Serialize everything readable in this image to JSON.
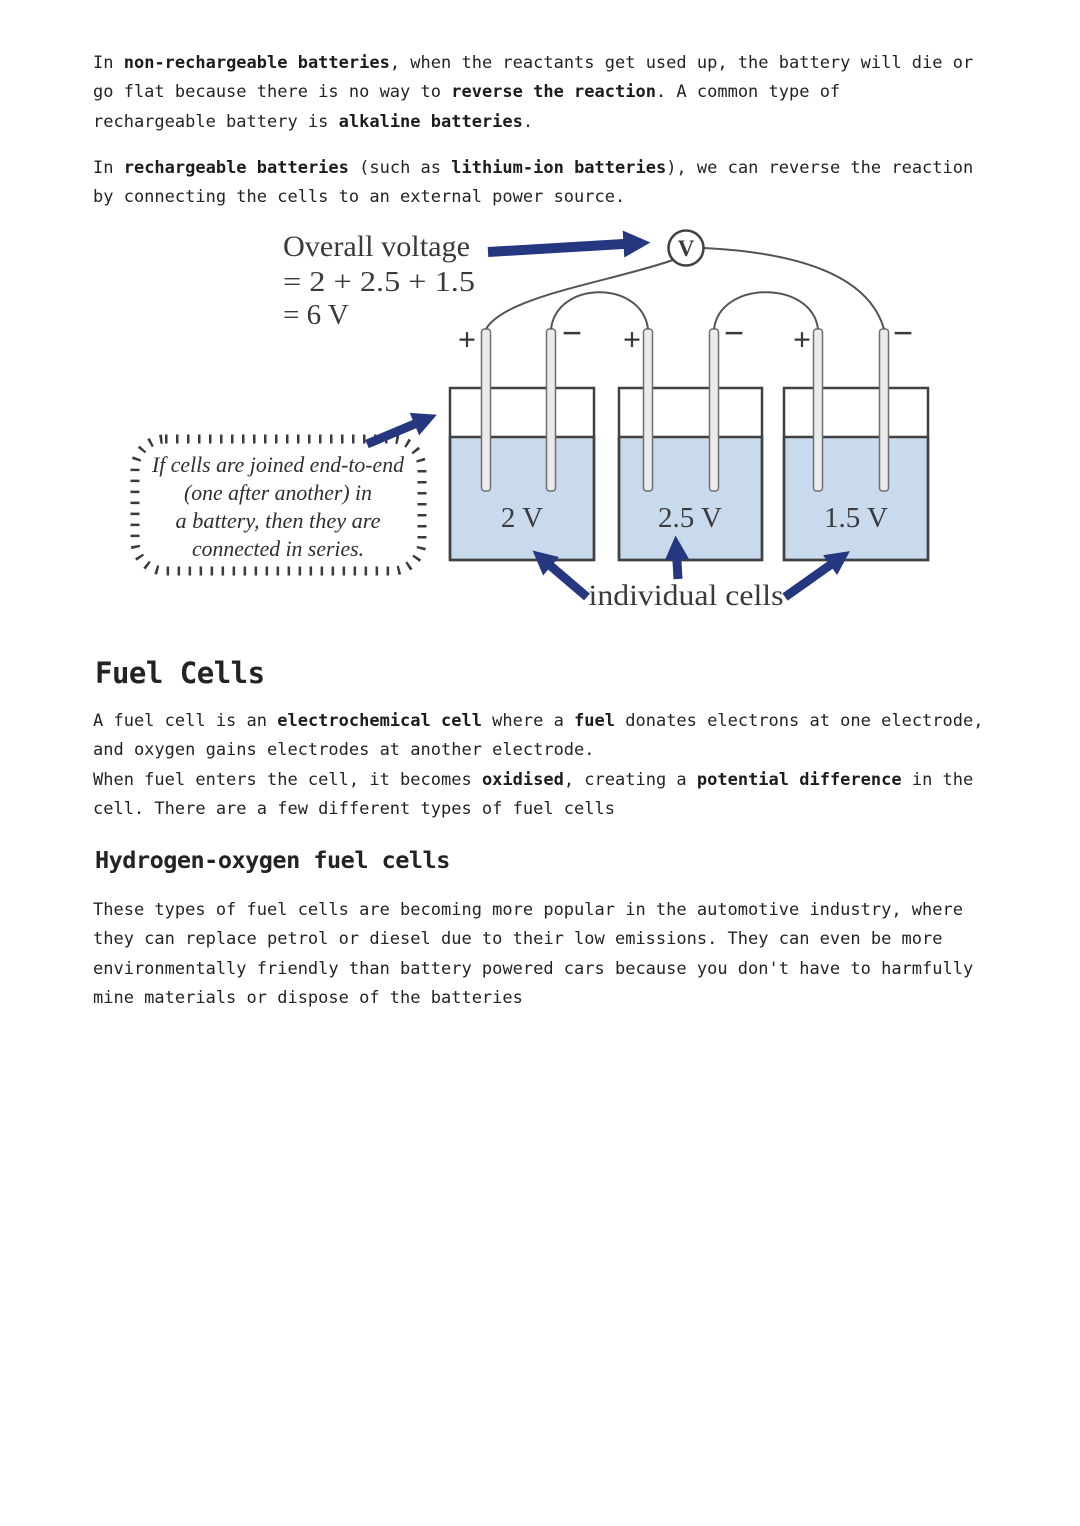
{
  "content": {
    "intro": {
      "lines": [
        [
          {
            "t": "In ",
            "b": false
          },
          {
            "t": "non-rechargeable batteries",
            "b": true
          },
          {
            "t": ", when the reactants get used up, the battery will die or",
            "b": false
          }
        ],
        [
          {
            "t": "go flat because there is no way to ",
            "b": false
          },
          {
            "t": "reverse the reaction",
            "b": true
          },
          {
            "t": ". A common type of",
            "b": false
          }
        ],
        [
          {
            "t": "rechargeable battery is ",
            "b": false
          },
          {
            "t": "alkaline batteries",
            "b": true
          },
          {
            "t": ".",
            "b": false
          }
        ]
      ]
    },
    "rechargeable": {
      "lines": [
        [
          {
            "t": "In ",
            "b": false
          },
          {
            "t": "rechargeable batteries",
            "b": true
          },
          {
            "t": " (such as ",
            "b": false
          },
          {
            "t": "lithium-ion batteries",
            "b": true
          },
          {
            "t": "), we can reverse the reaction",
            "b": false
          }
        ],
        [
          {
            "t": "by connecting the cells to an external power source.",
            "b": false
          }
        ]
      ]
    },
    "fuel_heading": "Fuel Cells",
    "fuel_para": {
      "lines": [
        [
          {
            "t": "A fuel cell is an ",
            "b": false
          },
          {
            "t": "electrochemical cell",
            "b": true
          },
          {
            "t": " where a ",
            "b": false
          },
          {
            "t": "fuel",
            "b": true
          },
          {
            "t": " donates electrons at one electrode,",
            "b": false
          }
        ],
        [
          {
            "t": "and oxygen gains electrodes at another electrode.",
            "b": false
          }
        ],
        [
          {
            "t": "When fuel enters the cell, it becomes ",
            "b": false
          },
          {
            "t": "oxidised",
            "b": true
          },
          {
            "t": ", creating a ",
            "b": false
          },
          {
            "t": "potential difference",
            "b": true
          },
          {
            "t": " in the",
            "b": false
          }
        ],
        [
          {
            "t": "cell. There are a few different types of fuel cells",
            "b": false
          }
        ]
      ]
    },
    "hydrogen_heading": "Hydrogen-oxygen fuel cells",
    "hydrogen_para": {
      "lines": [
        [
          {
            "t": "These types of fuel cells are becoming more popular in the automotive industry, where",
            "b": false
          }
        ],
        [
          {
            "t": "they can replace petrol or diesel due to their low emissions. They can even be more",
            "b": false
          }
        ],
        [
          {
            "t": "environmentally friendly than battery powered cars because you don't have to harmfully",
            "b": false
          }
        ],
        [
          {
            "t": "mine materials or dispose of the batteries",
            "b": false
          }
        ]
      ]
    }
  },
  "diagram": {
    "overall_lines": [
      "Overall voltage",
      "= 2 + 2.5 + 1.5",
      "= 6 V"
    ],
    "voltmeter_label": "V",
    "cells": [
      {
        "voltage": "2 V",
        "plus_sign": "+",
        "minus_sign": "−"
      },
      {
        "voltage": "2.5 V",
        "plus_sign": "+",
        "minus_sign": "−"
      },
      {
        "voltage": "1.5 V",
        "plus_sign": "+",
        "minus_sign": "−"
      }
    ],
    "note_lines": [
      "If cells are joined end-to-end",
      "(one after another) in",
      "a battery, then they are",
      "connected in series."
    ],
    "individual_cells_label": "individual cells",
    "colors": {
      "liquid": "#c9daed",
      "arrow": "#24377f",
      "wire": "#545456",
      "outline": "#414042",
      "electrode_fill": "#ebebeb"
    }
  }
}
